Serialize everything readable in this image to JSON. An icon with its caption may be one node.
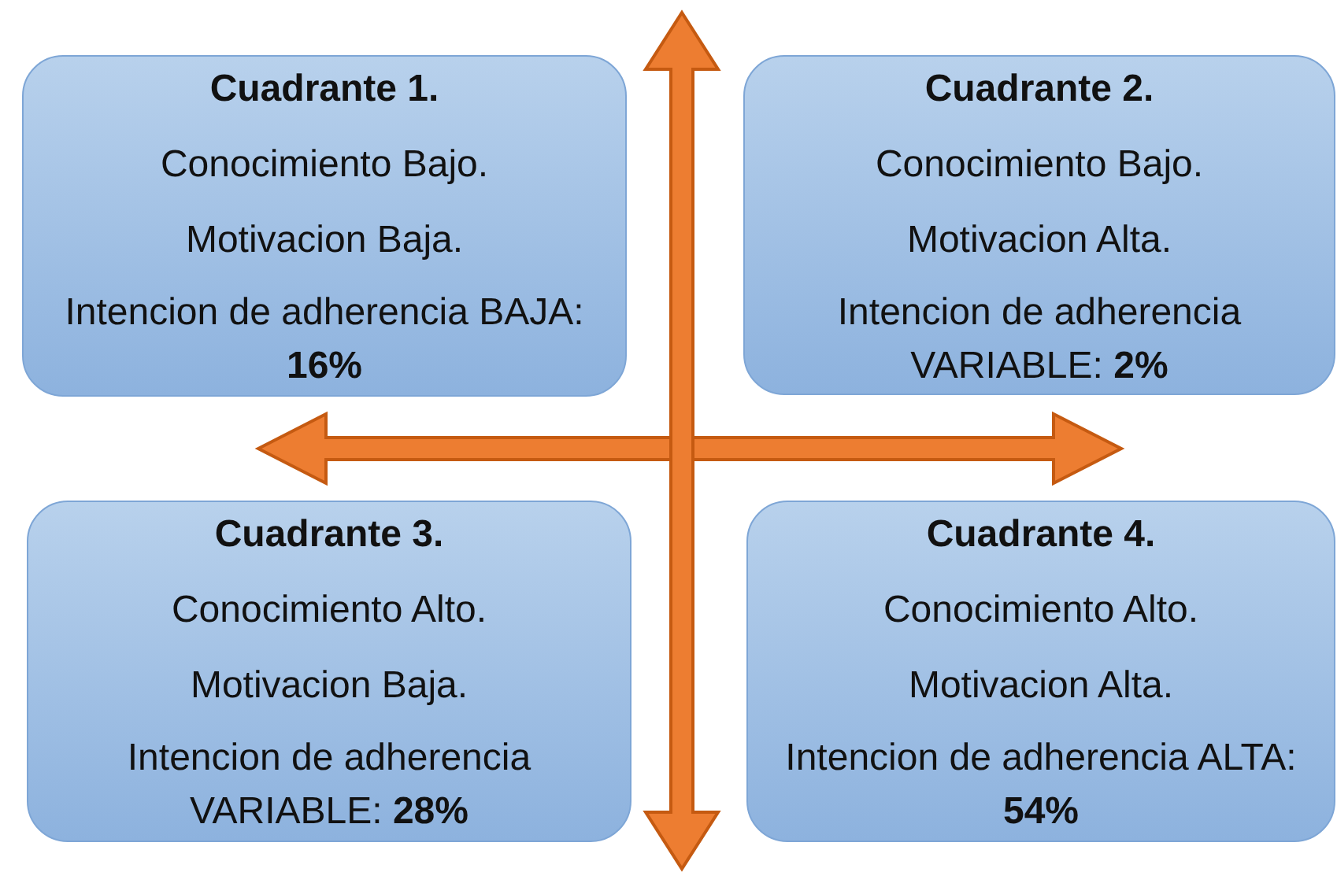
{
  "diagram": {
    "nodes": [
      {
        "text": [
          "Cuadrante 1.",
          "Conocimiento Bajo.",
          "Motivacion Baja.",
          "Intencion de adherencia BAJA: **16%**"
        ]
      },
      {
        "text": [
          "Cuadrante 2.",
          "Conocimiento Bajo.",
          "Motivacion Alta.",
          "Intencion de adherencia VARIABLE: **2%**"
        ]
      },
      {
        "text": [
          "Cuadrante 3.",
          "Conocimiento Alto.",
          "Motivacion Baja.",
          "Intencion de adherencia VARIABLE: **28%**"
        ]
      },
      {
        "text": [
          "Cuadrante 4.",
          "Conocimiento Alto.",
          "Motivacion Alta.",
          "Intencion de adherencia ALTA: **54%**"
        ]
      }
    ]
  }
}
